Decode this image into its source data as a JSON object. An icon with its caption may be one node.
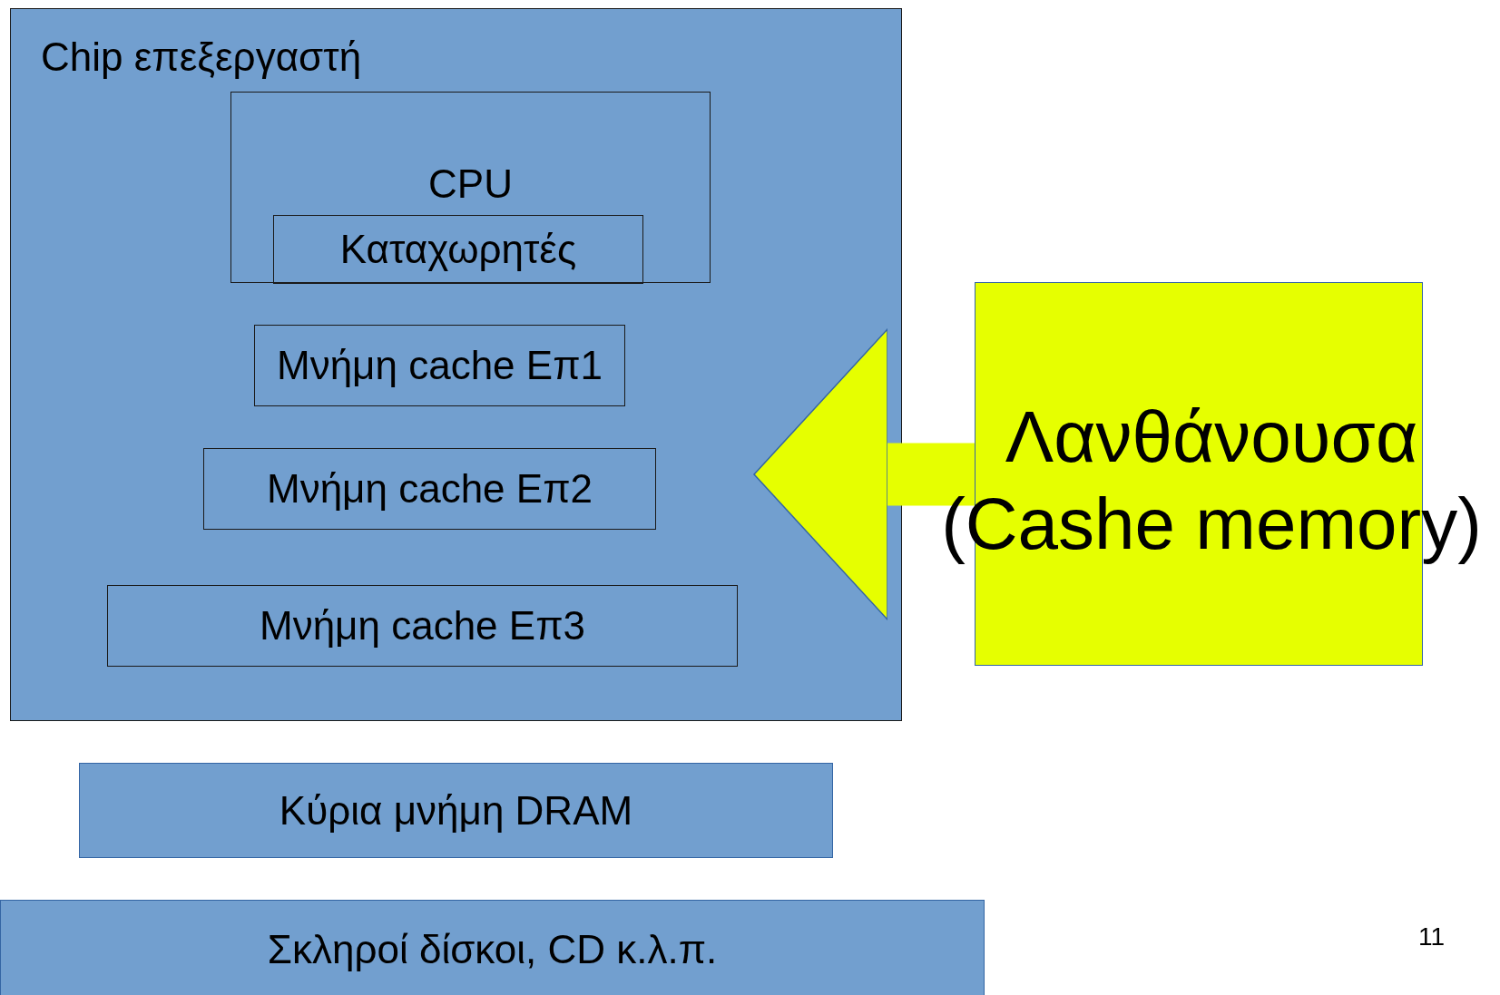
{
  "diagram": {
    "nodes": [
      {
        "text": [
          "Chip επεξεργαστή"
        ]
      },
      {
        "text": [
          "CPU"
        ],
        "in": 0
      },
      {
        "text": [
          "Καταχωρητές"
        ],
        "in": 1
      },
      {
        "text": [
          "Μνήμη cache Επ1"
        ],
        "in": 0
      },
      {
        "text": [
          "Μνήμη cache Επ2"
        ],
        "in": 0
      },
      {
        "text": [
          "Μνήμη cache Επ3"
        ],
        "in": 0
      },
      {
        "text": [
          "Κύρια μνήμη DRAM"
        ]
      },
      {
        "text": [
          "Σκληροί δίσκοι, CD κ.λ.π."
        ]
      },
      {
        "text": [
          "Λανθάνουσα (Cashe memory)"
        ]
      }
    ],
    "edges": [
      {
        "from": 8,
        "to": 0,
        "arrow": "to"
      }
    ],
    "labels": [
      "11"
    ]
  }
}
